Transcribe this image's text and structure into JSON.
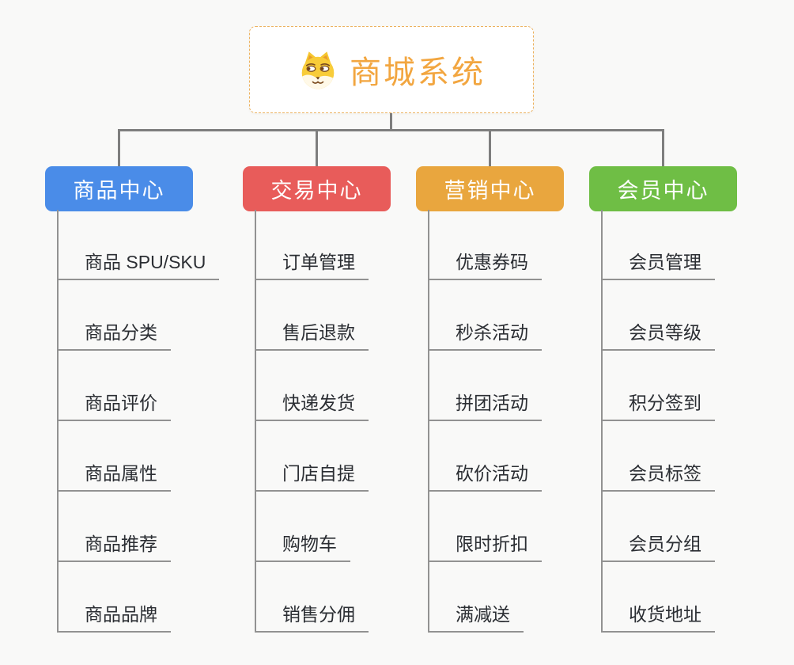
{
  "root": {
    "title": "商城系统",
    "icon": "doge-icon"
  },
  "branches": [
    {
      "id": "product-center",
      "label": "商品中心",
      "color": "#4A8CE8",
      "children": [
        "商品 SPU/SKU",
        "商品分类",
        "商品评价",
        "商品属性",
        "商品推荐",
        "商品品牌"
      ]
    },
    {
      "id": "trade-center",
      "label": "交易中心",
      "color": "#E85C5A",
      "children": [
        "订单管理",
        "售后退款",
        "快递发货",
        "门店自提",
        "购物车",
        "销售分佣"
      ]
    },
    {
      "id": "marketing-center",
      "label": "营销中心",
      "color": "#E9A63E",
      "children": [
        "优惠券码",
        "秒杀活动",
        "拼团活动",
        "砍价活动",
        "限时折扣",
        "满减送"
      ]
    },
    {
      "id": "member-center",
      "label": "会员中心",
      "color": "#6FBE45",
      "children": [
        "会员管理",
        "会员等级",
        "积分签到",
        "会员标签",
        "会员分组",
        "收货地址"
      ]
    }
  ],
  "colors": {
    "background": "#F9F9F8",
    "connector": "#7E7E7E",
    "branch_line": "#929292",
    "root_text": "#F2A640",
    "root_border": "#ECB25F",
    "subtopic_text": "#2B2E33"
  }
}
